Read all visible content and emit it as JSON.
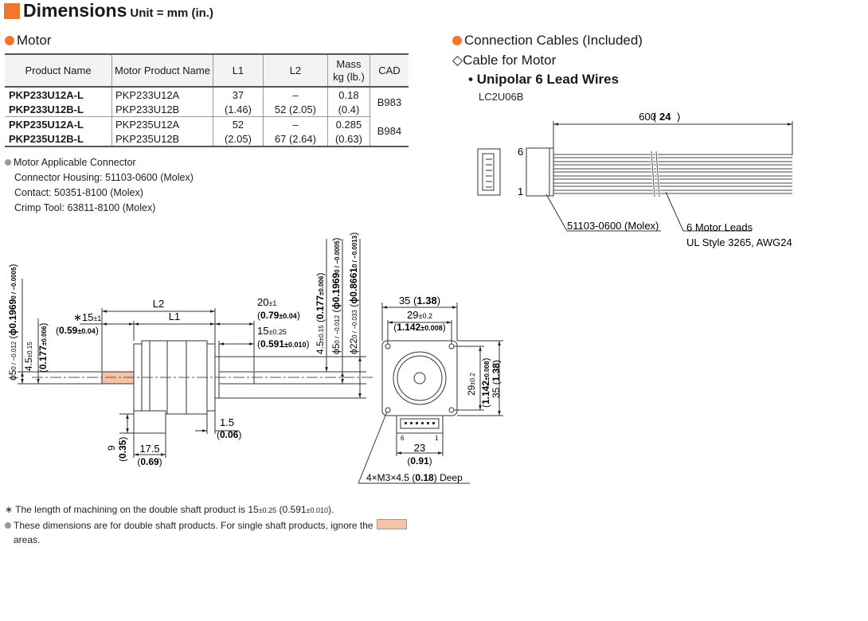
{
  "heading": {
    "title": "Dimensions",
    "unit": "Unit = mm (in.)"
  },
  "motor_section": {
    "title": "Motor"
  },
  "table": {
    "headers": [
      "Product Name",
      "Motor Product Name",
      "L1",
      "L2",
      "Mass",
      "kg (lb.)",
      "CAD"
    ],
    "rows": [
      {
        "product": "PKP233U12A-L",
        "motor": "PKP233U12A"
      },
      {
        "product": "PKP233U12B-L",
        "motor": "PKP233U12B"
      },
      {
        "product": "PKP235U12A-L",
        "motor": "PKP235U12A"
      },
      {
        "product": "PKP235U12B-L",
        "motor": "PKP235U12B"
      }
    ],
    "groups": [
      {
        "l1": "37",
        "l1_in": "(1.46)",
        "l2_a": "–",
        "l2_b": "52 (2.05)",
        "mass": "0.18",
        "mass_in": "(0.4)",
        "cad": "B983"
      },
      {
        "l1": "52",
        "l1_in": "(2.05)",
        "l2_a": "–",
        "l2_b": "67 (2.64)",
        "mass": "0.285",
        "mass_in": "(0.63)",
        "cad": "B984"
      }
    ]
  },
  "connector_notes": {
    "title": "Motor Applicable Connector",
    "housing": "Connector Housing: 51103-0600 (Molex)",
    "contact": "Contact: 50351-8100 (Molex)",
    "crimp": "Crimp Tool: 63811-8100 (Molex)"
  },
  "cables": {
    "title": "Connection Cables (Included)",
    "subtitle": "Cable for Motor",
    "wire_type": "Unipolar 6 Lead Wires",
    "model": "LC2U06B",
    "length_dim": "600",
    "length_dim_in": "24",
    "pin_top": "6",
    "pin_bottom": "1",
    "connector_label": "51103-0600 (Molex)",
    "leads_label": "6 Motor Leads",
    "leads_spec": "UL Style 3265, AWG24"
  },
  "drawing": {
    "l2": "L2",
    "l1": "L1",
    "star15": "∗15",
    "pm1": "±1",
    "star15_in": "0.59",
    "pm004": "±0.04",
    "d20": "20",
    "d20_in": "0.79",
    "pm004b": "±0.04",
    "d15": "15",
    "pm025": "±0.25",
    "d15_in": "0.591",
    "pm010": "±0.010",
    "phi5_left": "ϕ5",
    "phi5_left_tol": "0 / −0.012",
    "phi5_left_in": "ϕ0.1969",
    "phi5_left_in_tol": "0 / −0.0005",
    "d45_left": "4.5",
    "d45_left_tol": "±0.15",
    "d45_left_in": "0.177",
    "d45_left_in_tol": "±0.006",
    "d45_top": "4.5",
    "d45_top_tol": "±0.15",
    "d45_top_in": "0.177",
    "d45_top_in_tol": "±0.006",
    "phi5_top": "ϕ5",
    "phi5_top_tol": "0 / −0.012",
    "phi5_top_in": "ϕ0.1969",
    "phi5_top_in_tol": "0 / −0.0005",
    "phi22": "ϕ22",
    "phi22_tol": "0 / −0.033",
    "phi22_in": "ϕ0.8661",
    "phi22_in_tol": "0 / −0.0013",
    "d15b": "1.5",
    "d15b_in": "0.06",
    "d9": "9",
    "d9_in": "0.35",
    "d175": "17.5",
    "d175_in": "0.69",
    "d35": "35",
    "d35_in": "1.38",
    "d29": "29",
    "pm02": "±0.2",
    "d29_in": "1.142",
    "pm008": "±0.008",
    "d29v": "29",
    "d29v_tol": "±0.2",
    "d29v_in": "1.142",
    "d29v_in_tol": "±0.008",
    "d35v": "35",
    "d35v_in": "1.38",
    "pin6": "6",
    "pin1": "1",
    "d23": "23",
    "d23_in": "0.91",
    "screw_pre": "4×M3×4.5 (",
    "screw_in": "0.18",
    "screw_post": ") Deep"
  },
  "footnotes": {
    "n1_pre": "∗ The length of machining on the double shaft product is 15",
    "n1_tol": "±0.25",
    "n1_mid": " (0.591",
    "n1_tol2": "±0.010",
    "n1_post": ").",
    "n2_pre": "These dimensions are for double shaft products. For single shaft products, ignore the",
    "n2_post": "areas."
  }
}
